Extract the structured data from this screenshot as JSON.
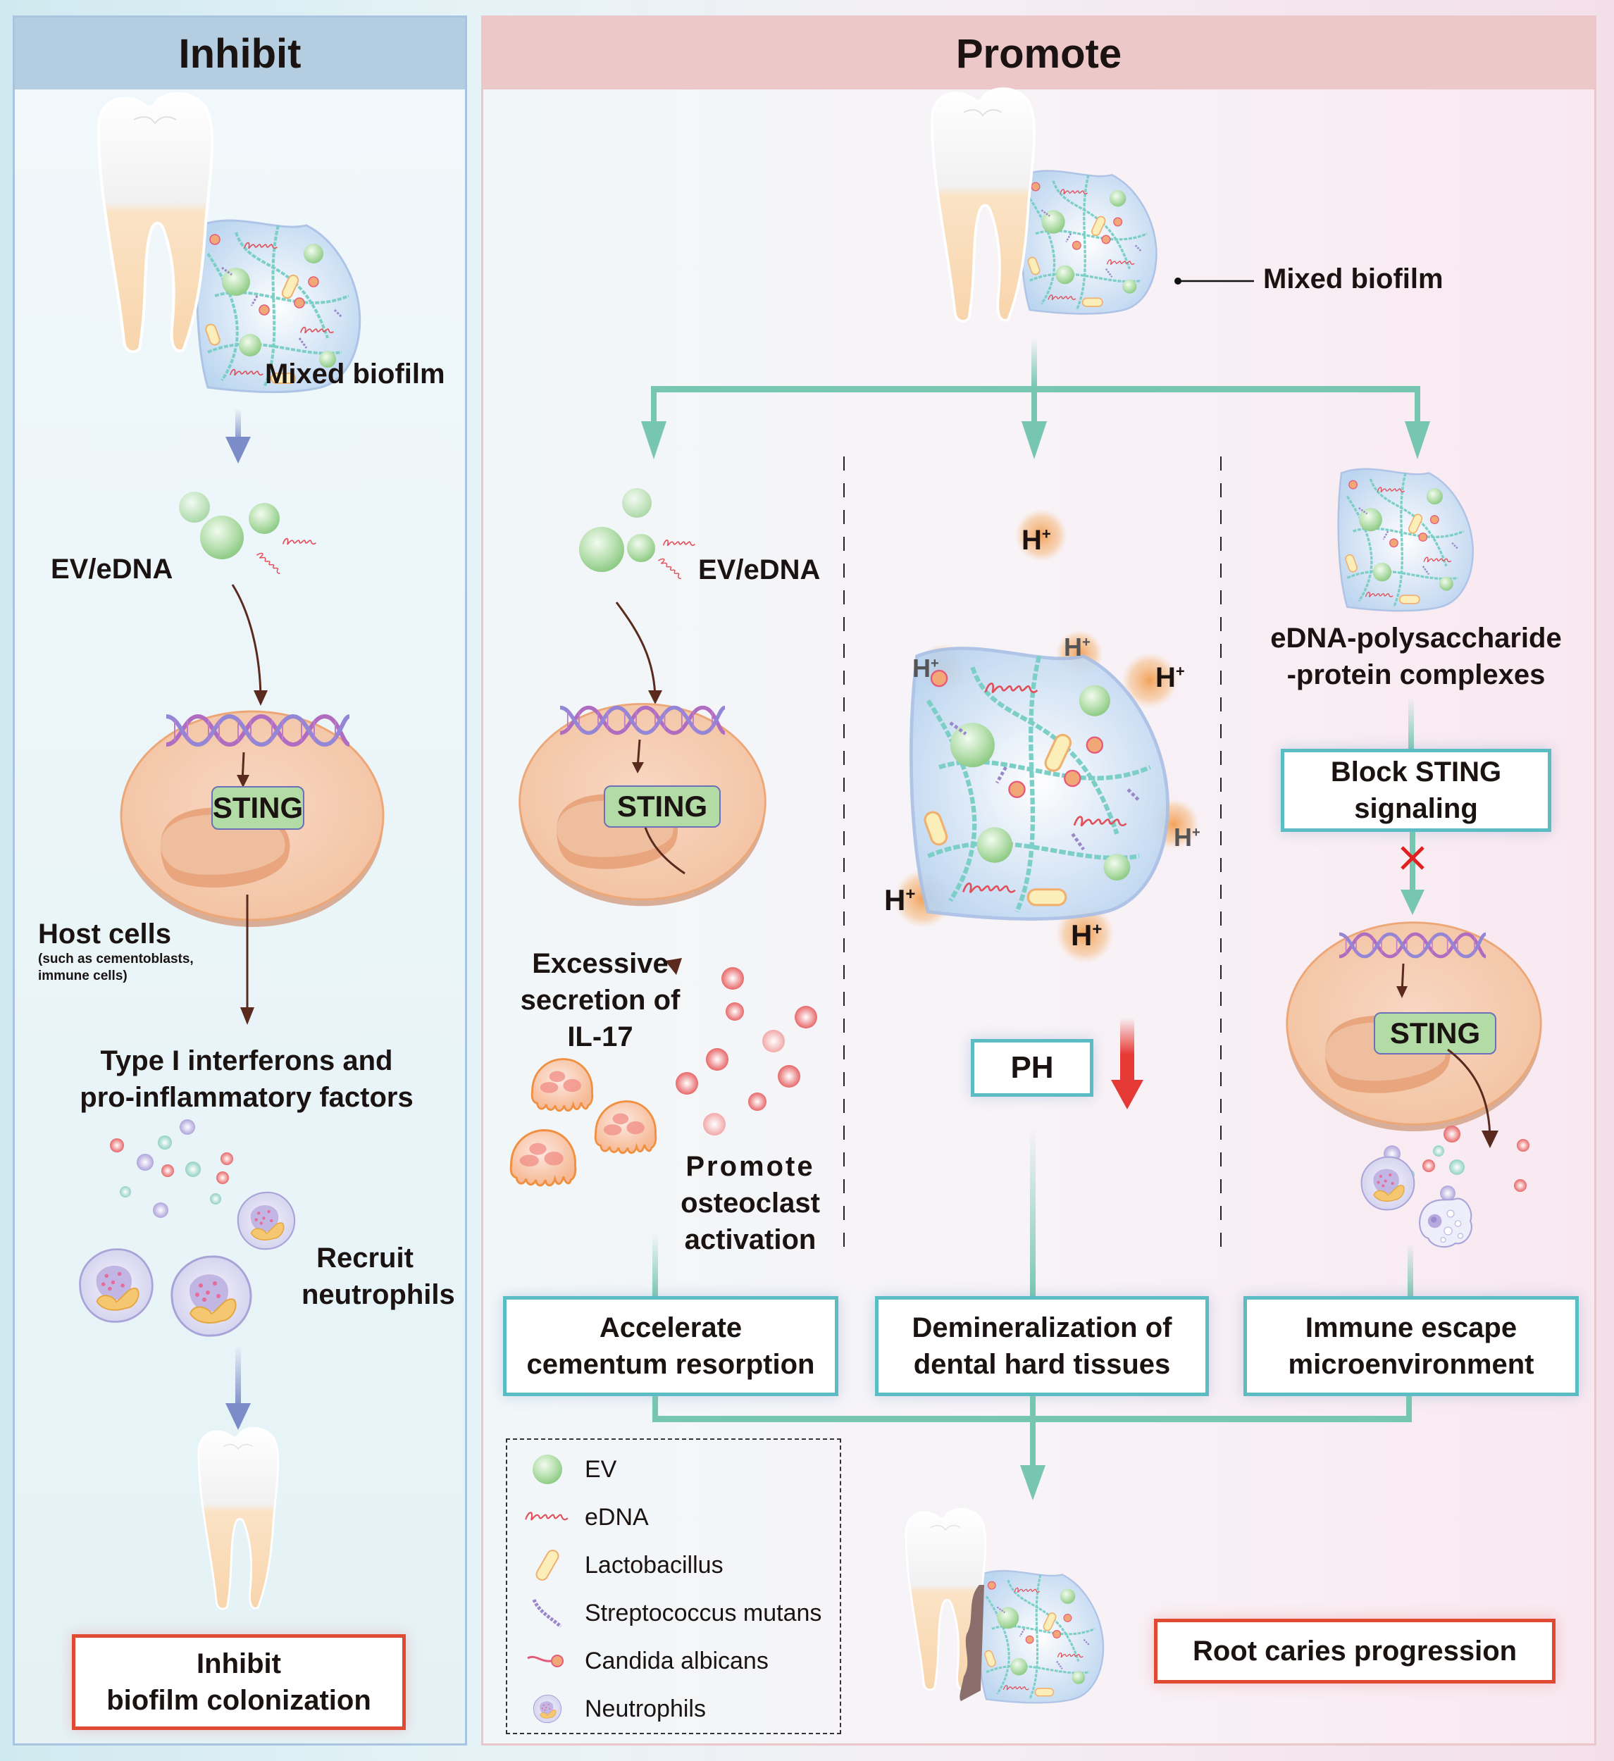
{
  "inhibit_panel": {
    "title": "Inhibit",
    "mixed_biofilm_label": "Mixed biofilm",
    "ev_edna_label": "EV/eDNA",
    "sting_label": "STING",
    "host_cells_label": "Host cells",
    "host_cells_note_line1": "(such as cementoblasts,",
    "host_cells_note_line2": "immune cells)",
    "factors_line1": "Type I interferons and",
    "factors_line2": "pro-inflammatory factors",
    "recruit_line1": "Recruit",
    "recruit_line2": "neutrophils",
    "outcome_line1": "Inhibit",
    "outcome_line2": "biofilm colonization"
  },
  "promote_panel": {
    "title": "Promote",
    "mixed_biofilm_label": "Mixed biofilm",
    "branch_left": {
      "ev_edna_label": "EV/eDNA",
      "sting_label": "STING",
      "il17_line1": "Excessive",
      "il17_line2": "secretion of",
      "il17_line3": "IL-17",
      "osteoclast_line1": "Promote",
      "osteoclast_line2": "osteoclast",
      "osteoclast_line3": "activation",
      "outcome_line1": "Accelerate",
      "outcome_line2": "cementum resorption"
    },
    "branch_middle": {
      "h_ion_label": "H",
      "h_ion_sup": "+",
      "ph_label": "PH",
      "ph_direction": "decrease",
      "outcome_line1": "Demineralization of",
      "outcome_line2": "dental hard tissues"
    },
    "branch_right": {
      "complex_line1": "eDNA-polysaccharide",
      "complex_line2": "-protein complexes",
      "block_line1": "Block STING",
      "block_line2": "signaling",
      "sting_label": "STING",
      "outcome_line1": "Immune escape",
      "outcome_line2": "microenvironment"
    },
    "final_outcome": "Root caries progression"
  },
  "legend": {
    "items": [
      {
        "icon": "ev-icon",
        "label": "EV"
      },
      {
        "icon": "edna-icon",
        "label": "eDNA"
      },
      {
        "icon": "lactobacillus-icon",
        "label": "Lactobacillus"
      },
      {
        "icon": "streptococcus-icon",
        "label": "Streptococcus mutans"
      },
      {
        "icon": "candida-icon",
        "label": "Candida albicans"
      },
      {
        "icon": "neutrophil-icon",
        "label": "Neutrophils"
      }
    ]
  },
  "colors": {
    "inhibit_header": "#b4cde0",
    "promote_header": "#edc8c8",
    "teal_arrow": "#76c6b2",
    "inhibit_arrow": "#7b8cc8",
    "signal_arrow": "#5a2a1e",
    "outcome_border_red": "#e04a33",
    "box_border_teal": "#5bbcc4",
    "sting_fill": "#b2dba5",
    "ph_arrow": "#e53935",
    "block_cross": "#e02020"
  }
}
